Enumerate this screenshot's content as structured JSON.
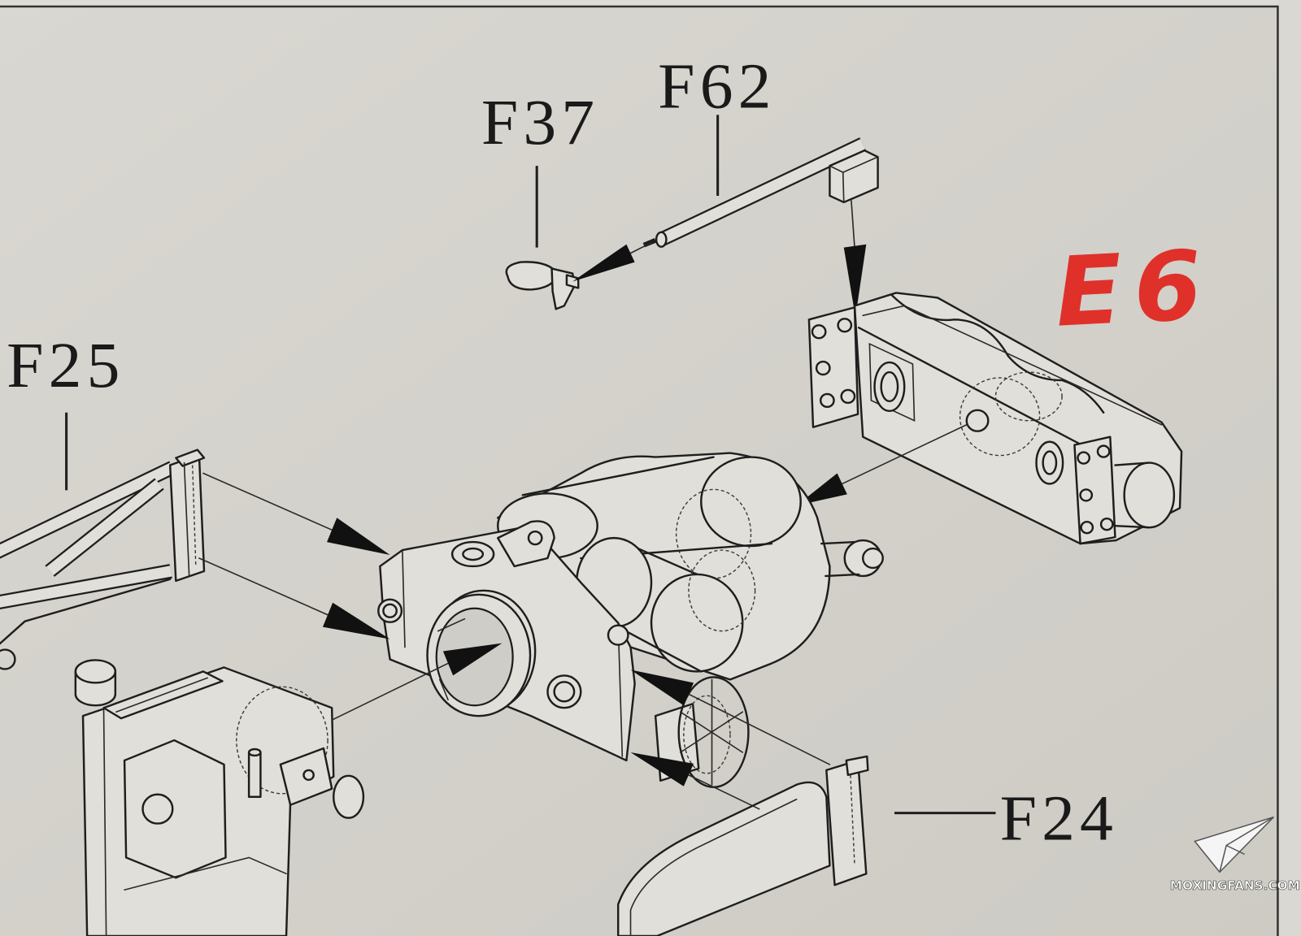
{
  "labels": {
    "f37": "F37",
    "f62": "F62",
    "f25": "F25",
    "f24": "F24",
    "step_mark": "E6"
  },
  "watermark": {
    "text": "MOXINGFANS.COM",
    "icon": "paper-plane-icon"
  },
  "colors": {
    "paper": "#d4d2cc",
    "ink": "#1e1e1e",
    "annotation_red": "#e0302a",
    "watermark": "#ffffff"
  }
}
